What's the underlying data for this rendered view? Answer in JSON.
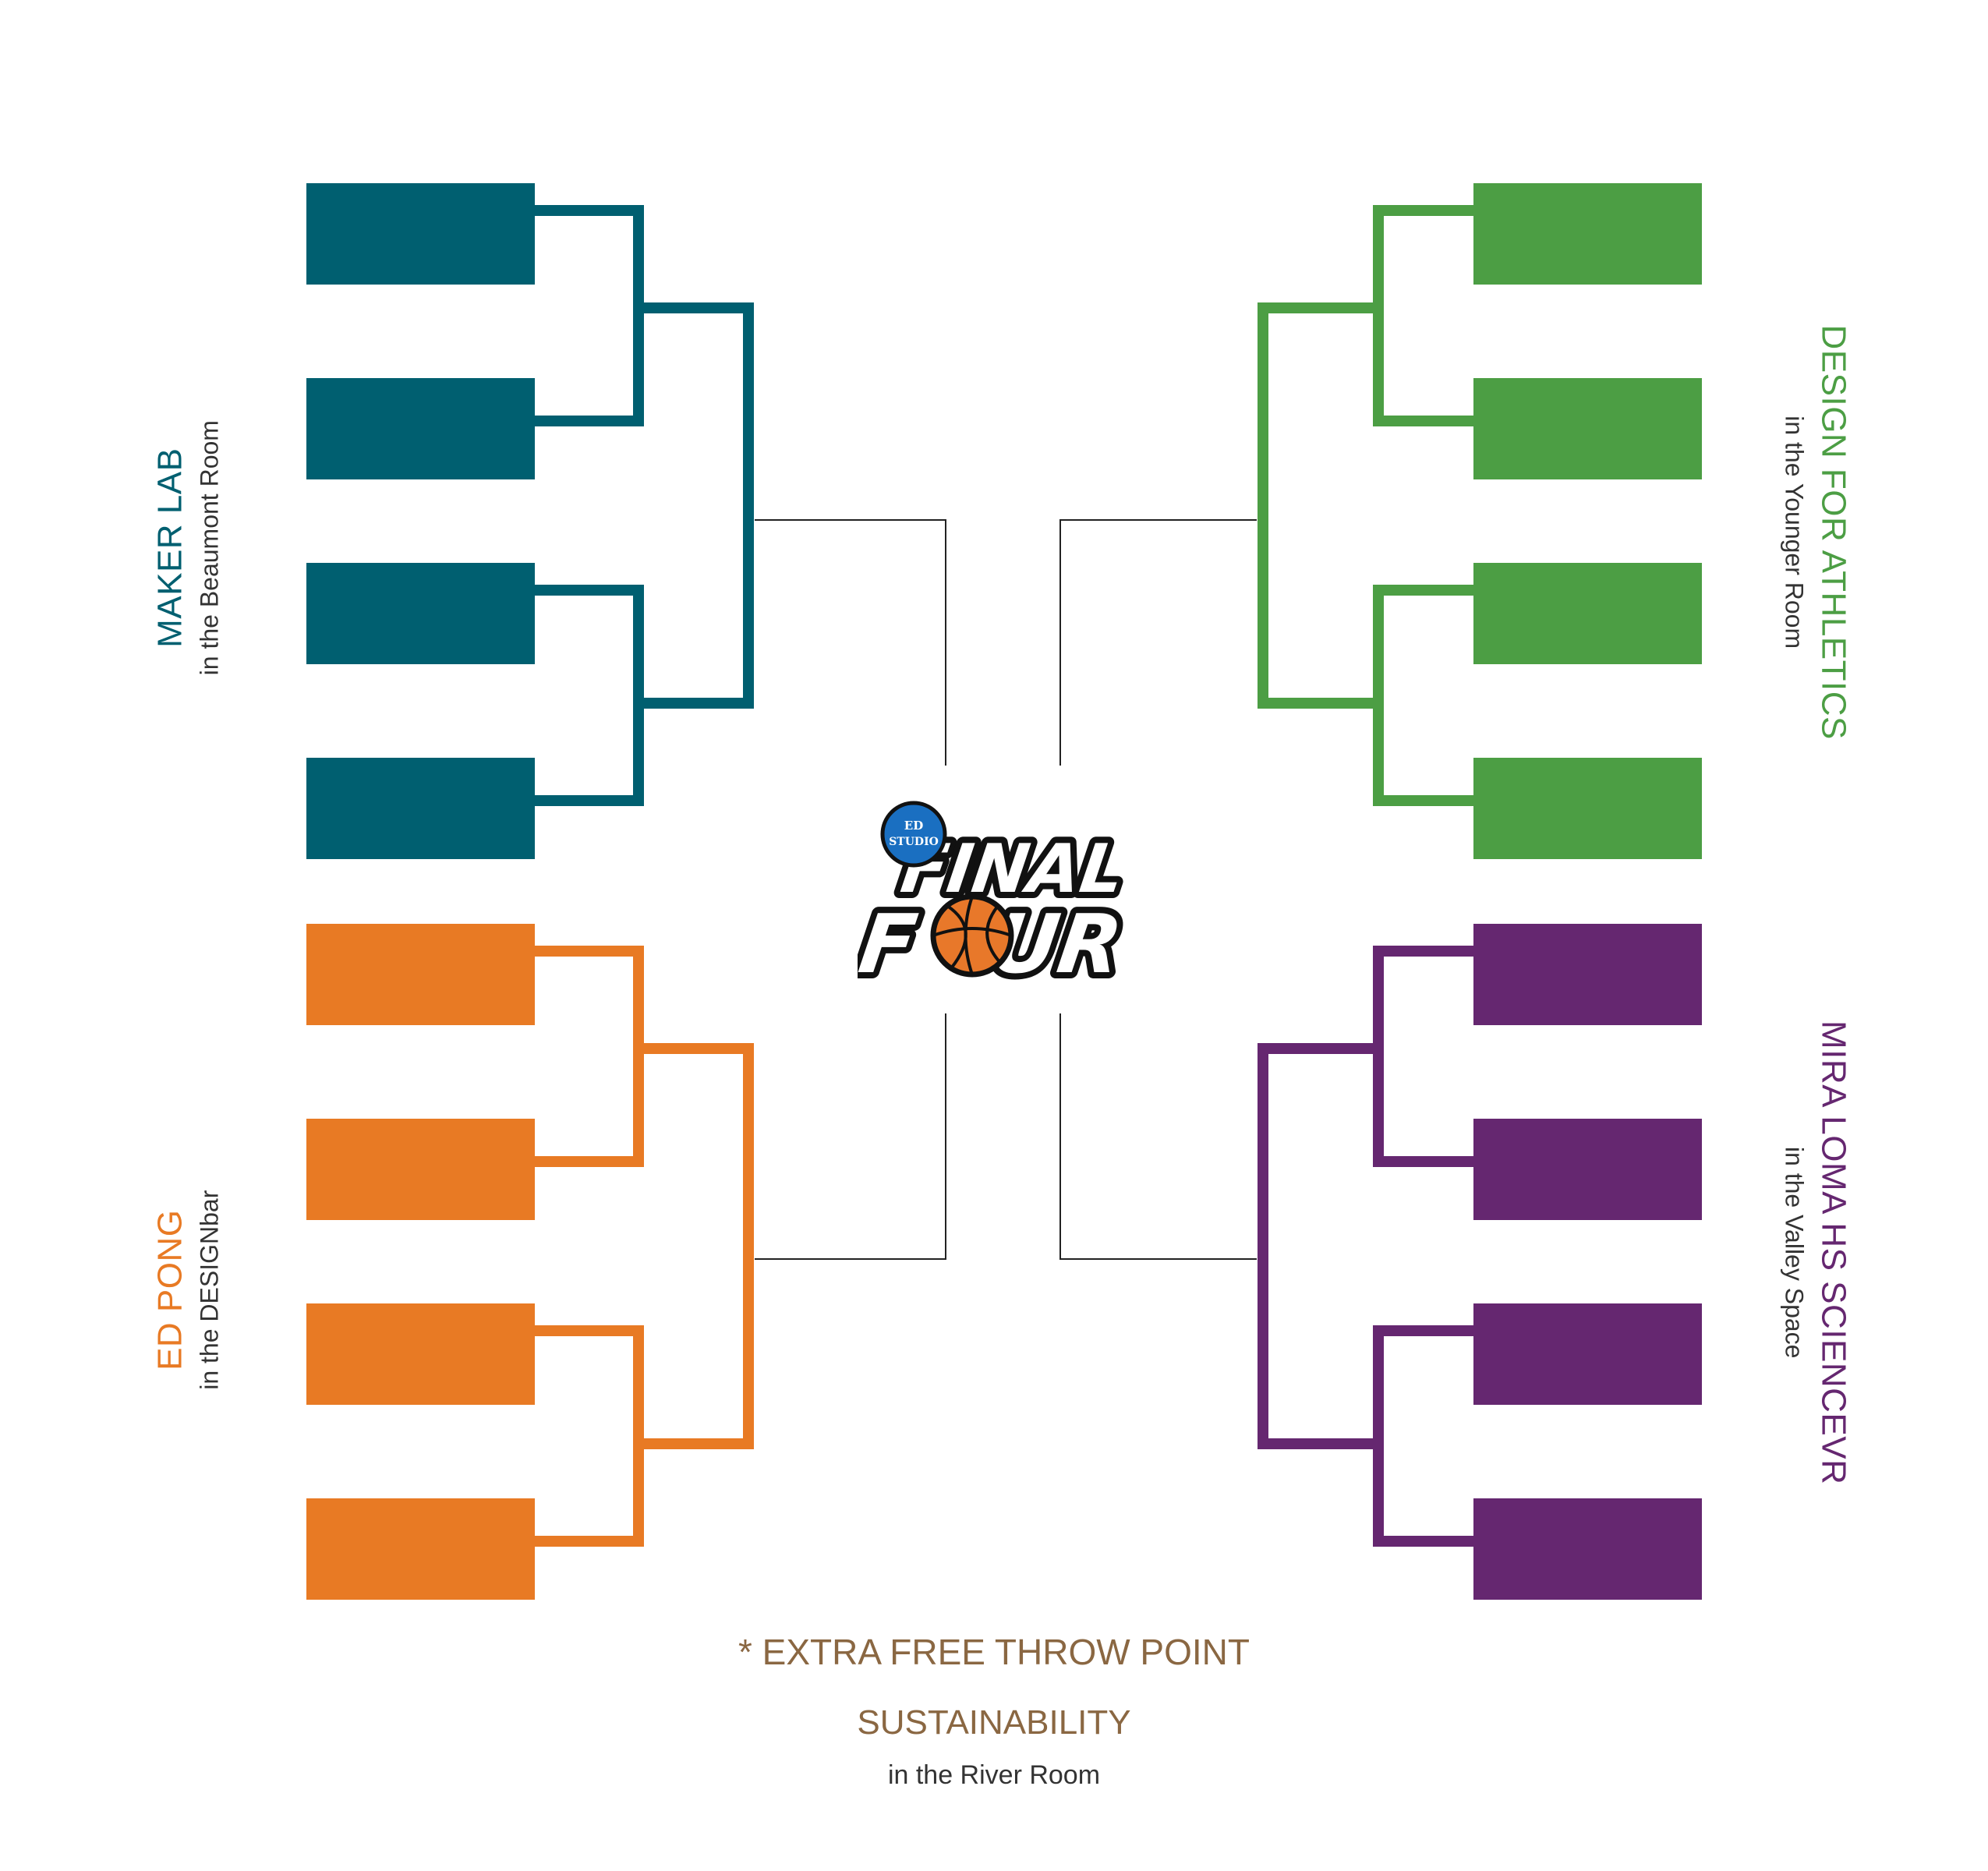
{
  "colors": {
    "maker": "#005f70",
    "athletics": "#4c9e44",
    "pong": "#e87a24",
    "science": "#652770",
    "footer": "#8a6742",
    "connector": "#222222",
    "logo_blue": "#1a6fc1",
    "ball": "#e8782a"
  },
  "regions": {
    "top_left": {
      "title": "MAKER LAB",
      "subtitle": "in the Beaumont Room"
    },
    "top_right": {
      "title": "DESIGN FOR ATHLETICS",
      "subtitle": "in the Younger Room"
    },
    "bottom_left": {
      "title": "ED PONG",
      "subtitle": "in the DESIGNbar"
    },
    "bottom_right": {
      "title": "MIRA LOMA HS SCIENCEVR",
      "subtitle": "in the Valley Space"
    }
  },
  "logo": {
    "badge_line1": "ED",
    "badge_line2": "STUDIO",
    "word1": "FINAL",
    "word2": "F",
    "word3": "UR"
  },
  "footer": {
    "extra": "* EXTRA FREE THROW POINT",
    "title": "SUSTAINABILITY",
    "subtitle": "in the River Room"
  }
}
